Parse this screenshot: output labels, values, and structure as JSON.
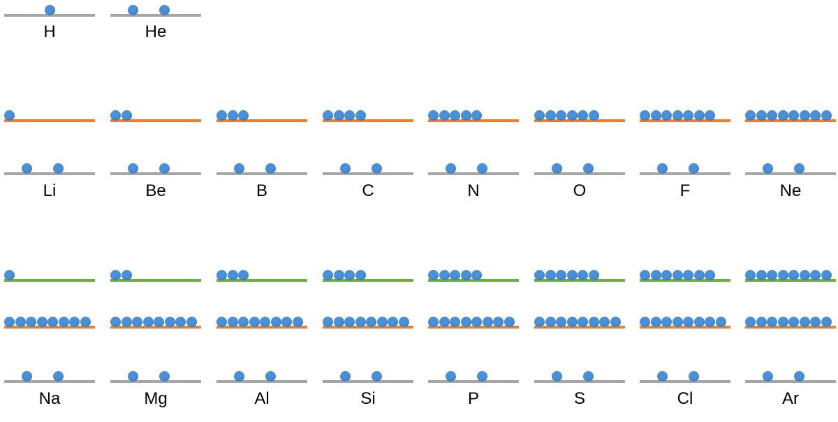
{
  "colors": {
    "electron": "#4a90d6",
    "shell_1": "#a6a6a6",
    "shell_2": "#ed7d31",
    "shell_3": "#70ad47"
  },
  "period_1": [
    {
      "symbol": "H",
      "shells": [
        1
      ]
    },
    {
      "symbol": "He",
      "shells": [
        2
      ]
    }
  ],
  "period_2": [
    {
      "symbol": "Li",
      "shells": [
        2,
        1
      ]
    },
    {
      "symbol": "Be",
      "shells": [
        2,
        2
      ]
    },
    {
      "symbol": "B",
      "shells": [
        2,
        3
      ]
    },
    {
      "symbol": "C",
      "shells": [
        2,
        4
      ]
    },
    {
      "symbol": "N",
      "shells": [
        2,
        5
      ]
    },
    {
      "symbol": "O",
      "shells": [
        2,
        6
      ]
    },
    {
      "symbol": "F",
      "shells": [
        2,
        7
      ]
    },
    {
      "symbol": "Ne",
      "shells": [
        2,
        8
      ]
    }
  ],
  "period_3": [
    {
      "symbol": "Na",
      "shells": [
        2,
        8,
        1
      ]
    },
    {
      "symbol": "Mg",
      "shells": [
        2,
        8,
        2
      ]
    },
    {
      "symbol": "Al",
      "shells": [
        2,
        8,
        3
      ]
    },
    {
      "symbol": "Si",
      "shells": [
        2,
        8,
        4
      ]
    },
    {
      "symbol": "P",
      "shells": [
        2,
        8,
        5
      ]
    },
    {
      "symbol": "S",
      "shells": [
        2,
        8,
        6
      ]
    },
    {
      "symbol": "Cl",
      "shells": [
        2,
        8,
        7
      ]
    },
    {
      "symbol": "Ar",
      "shells": [
        2,
        8,
        8
      ]
    }
  ]
}
